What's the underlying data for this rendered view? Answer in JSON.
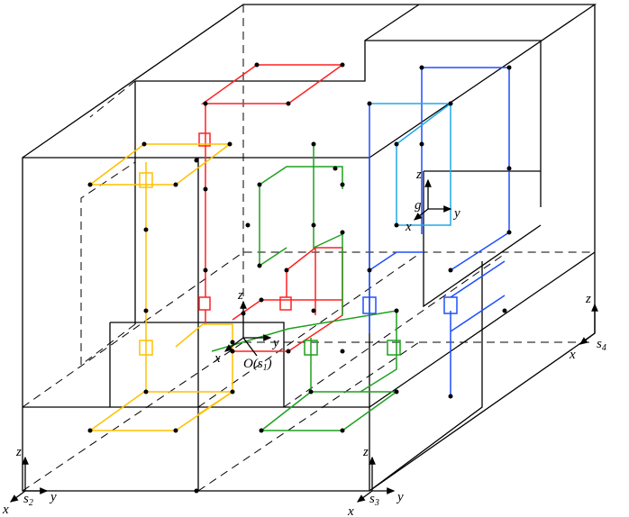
{
  "colors": {
    "frame": "#000000",
    "subsystem_red": "#ff2020",
    "subsystem_yellow": "#ffc000",
    "subsystem_green": "#1ea01e",
    "subsystem_blue": "#1e4fff",
    "subsystem_lightblue": "#20a8e8"
  },
  "axes": {
    "origin": {
      "z": "z",
      "y": "y",
      "x": "x",
      "label": "O(s",
      "sub": "1",
      "close": ")"
    },
    "s2": {
      "z": "z",
      "y": "y",
      "x": "x",
      "label": "s",
      "sub": "2"
    },
    "s3": {
      "z": "z",
      "y": "y",
      "x": "x",
      "label": "s",
      "sub": "3"
    },
    "s4": {
      "z": "z",
      "x": "x",
      "label": "s",
      "sub": "4"
    },
    "g": {
      "z": "z",
      "y": "y",
      "x": "x",
      "label": "g"
    }
  }
}
